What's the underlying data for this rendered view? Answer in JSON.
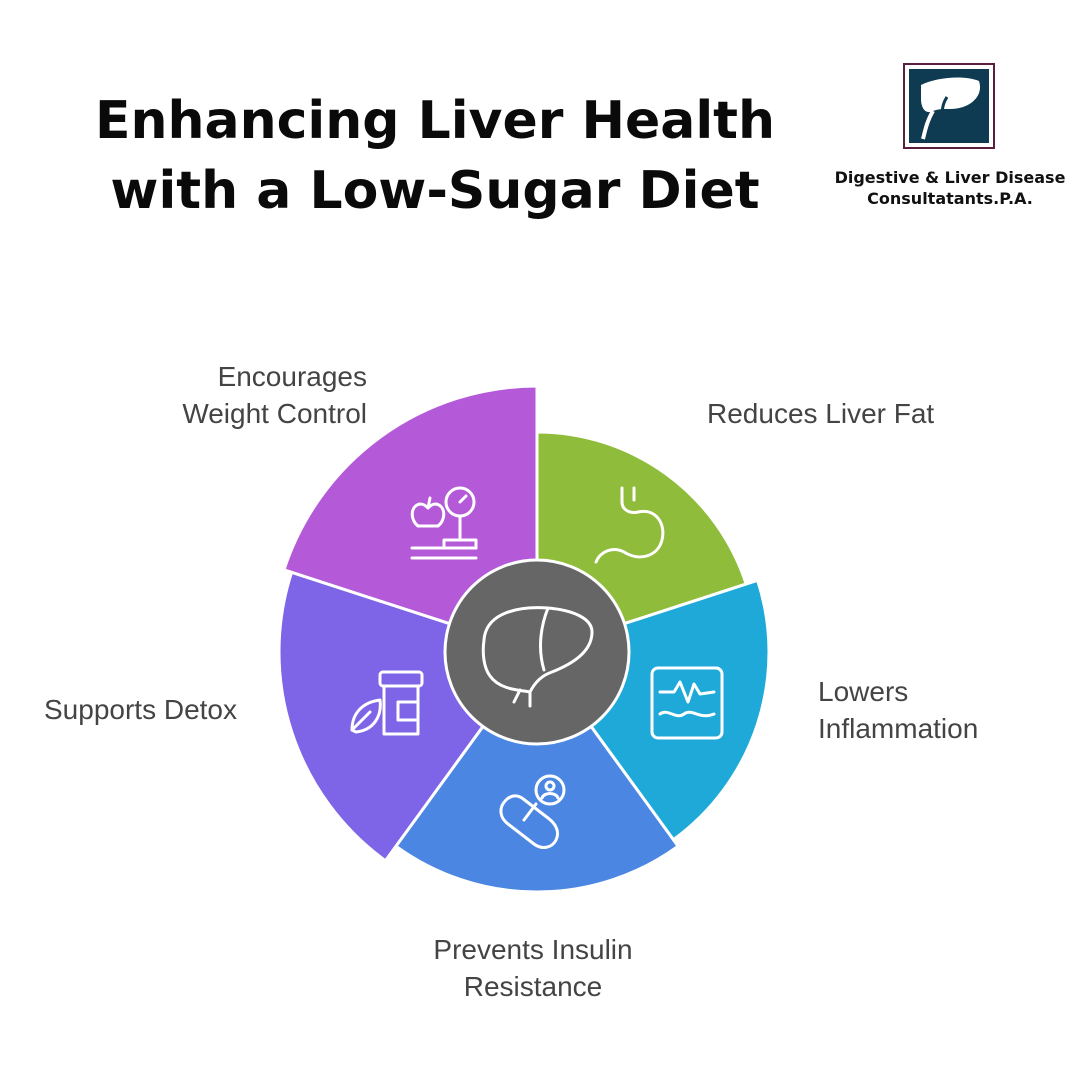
{
  "title": {
    "line1": "Enhancing Liver Health",
    "line2": "with a Low-Sugar Diet"
  },
  "organization": {
    "line1": "Digestive & Liver Disease",
    "line2": "Consultatants.P.A."
  },
  "segments": [
    {
      "id": "fat",
      "lines": [
        "Reduces Liver Fat"
      ],
      "color": "#8fbc3a",
      "icon": "stomach-icon"
    },
    {
      "id": "inflam",
      "lines": [
        "Lowers",
        "Inflammation"
      ],
      "color": "#1fa9d9",
      "icon": "heart-monitor-icon"
    },
    {
      "id": "insulin",
      "lines": [
        "Prevents Insulin",
        "Resistance"
      ],
      "color": "#4b86e3",
      "icon": "pill-capsule-icon"
    },
    {
      "id": "detox",
      "lines": [
        "Supports Detox"
      ],
      "color": "#7e64e6",
      "icon": "supplement-bottle-leaf-icon"
    },
    {
      "id": "weight",
      "lines": [
        "Encourages",
        "Weight Control"
      ],
      "color": "#b45ad9",
      "icon": "scale-apple-icon"
    }
  ],
  "center": {
    "color": "#666666",
    "icon": "liver-icon"
  },
  "colors": {
    "logo_bg": "#0e3a52",
    "logo_border": "#5a1f3c",
    "title": "#0a0a0a",
    "label": "#444444"
  }
}
